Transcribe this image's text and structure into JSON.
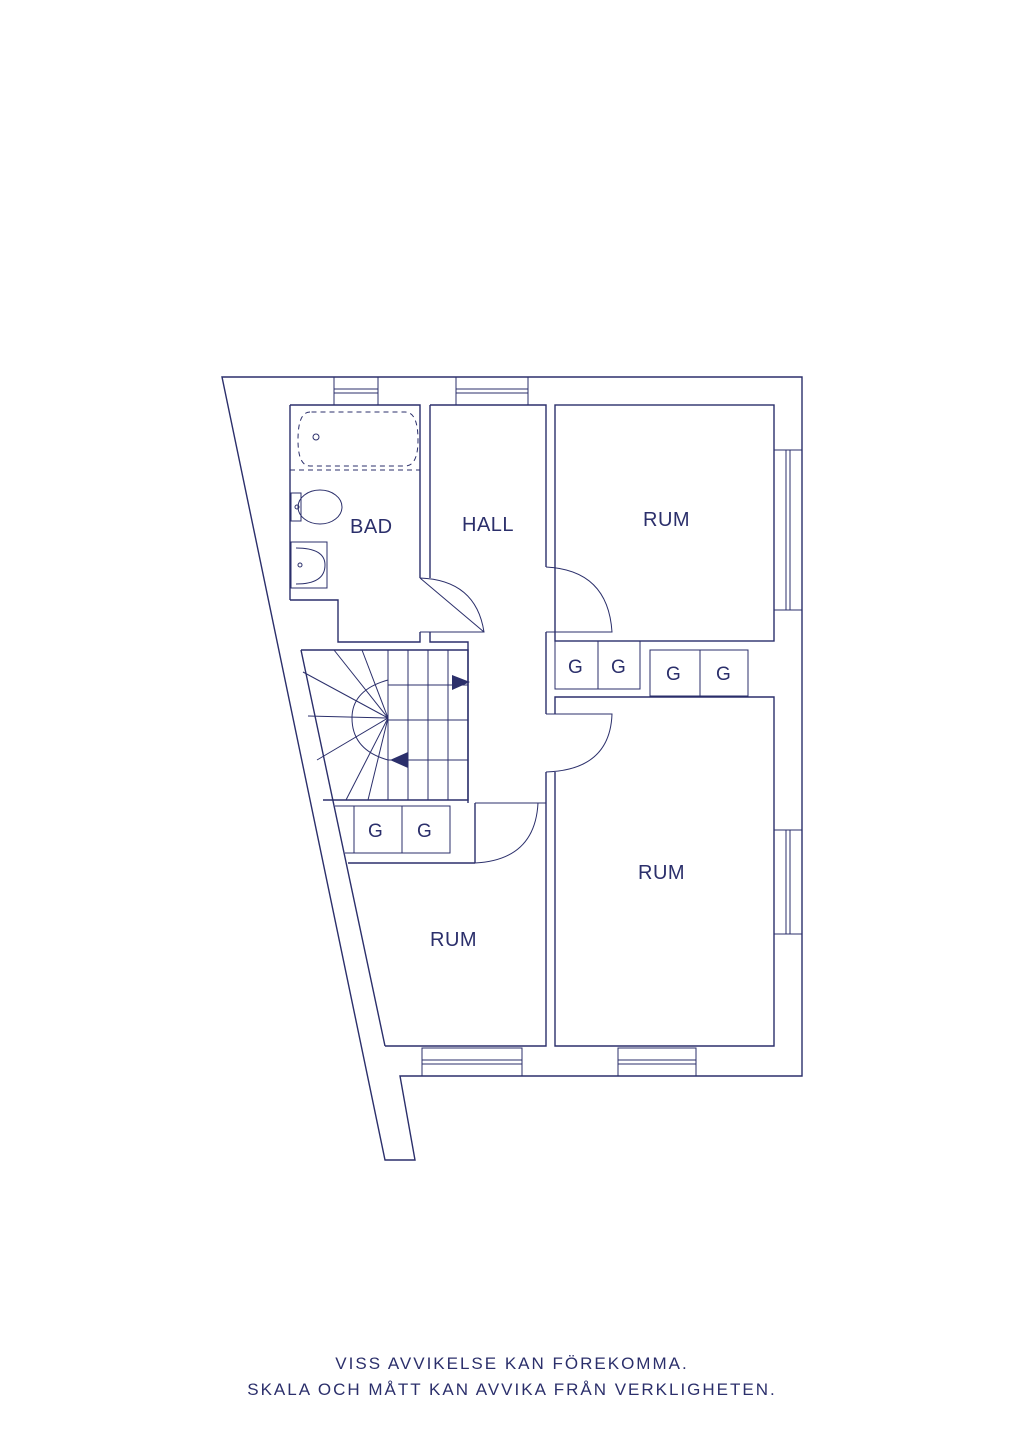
{
  "rooms": {
    "bad": "BAD",
    "hall": "HALL",
    "rum_top": "RUM",
    "rum_right": "RUM",
    "rum_left": "RUM"
  },
  "closets": {
    "top_left_1": "G",
    "top_left_2": "G",
    "top_right_1": "G",
    "top_right_2": "G",
    "stair_1": "G",
    "stair_2": "G"
  },
  "disclaimer": {
    "line1": "VISS AVVIKELSE KAN FÖREKOMMA.",
    "line2": "SKALA OCH MÅTT KAN AVVIKA FRÅN VERKLIGHETEN."
  },
  "colors": {
    "ink": "#2b2f6b",
    "background": "#ffffff"
  }
}
